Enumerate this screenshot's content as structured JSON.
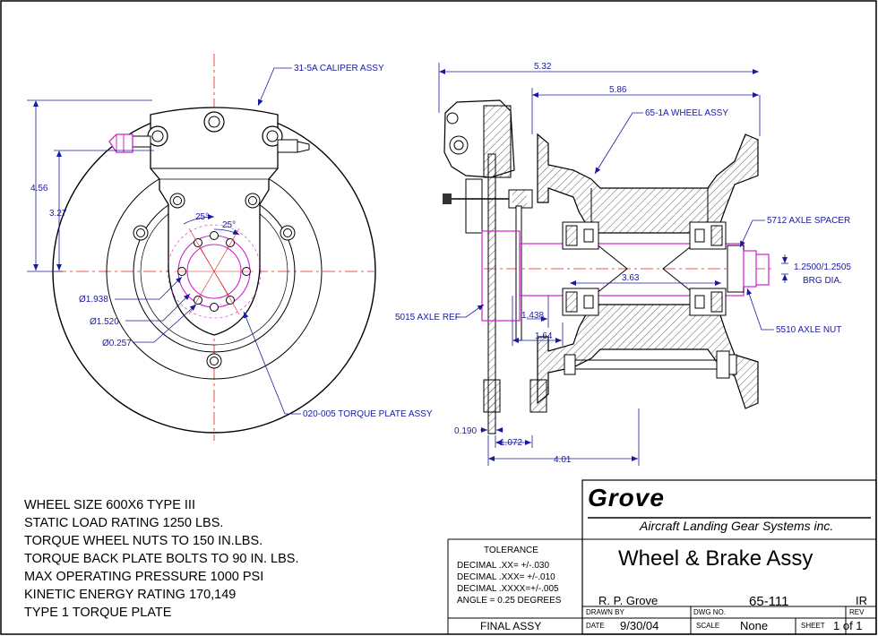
{
  "drawing": {
    "title": "Wheel & Brake  Assy",
    "company_name": "Grove",
    "company_subtitle": "Aircraft Landing Gear Systems inc.",
    "tolerance_label": "TOLERANCE",
    "tolerances": [
      "DECIMAL  .XX=  +/-.030",
      "DECIMAL .XXX= +/-.010",
      "DECIMAL .XXXX=+/-.005",
      "ANGLE = 0.25 DEGREES"
    ],
    "final_assy": "FINAL ASSY",
    "drawn_by_label": "DRAWN  BY",
    "drawn_by": "R. P. Grove",
    "dwg_no_label": "DWG  NO.",
    "dwg_no": "65-111",
    "rev_label": "REV",
    "rev": "IR",
    "date_label": "DATE",
    "date": "9/30/04",
    "scale_label": "SCALE",
    "scale": "None",
    "sheet_label": "SHEET",
    "sheet": "1 of 1"
  },
  "notes": [
    "WHEEL SIZE 600X6 TYPE III",
    "STATIC LOAD RATING 1250 LBS.",
    "TORQUE WHEEL NUTS TO 150 IN.LBS.",
    "TORQUE BACK PLATE BOLTS TO 90 IN. LBS.",
    "MAX OPERATING PRESSURE 1000 PSI",
    "KINETIC ENERGY RATING 170,149",
    "TYPE 1 TORQUE PLATE"
  ],
  "front_view": {
    "caliper_label": "31-5A CALIPER ASSY",
    "torque_plate_label": "020-005 TORQUE PLATE ASSY",
    "dim_overall_height": "4.56",
    "dim_caliper_height": "3.27",
    "angle_a": "25°",
    "angle_b": "25°",
    "dia_bolt_circle": "Ø1.938",
    "dia_bore": "Ø1.520",
    "dia_hole": "Ø0.257"
  },
  "side_view": {
    "dim_caliper_width": "5.32",
    "dim_overall_width": "5.86",
    "wheel_label": "65-1A WHEEL ASSY",
    "spacer_label": "5712 AXLE SPACER",
    "brg_dia": "1.2500/1.2505",
    "brg_dia_label": "BRG DIA.",
    "dim_bearing_span": "3.63",
    "dim_axle_ref": "1.438",
    "axle_ref_label": "5015 AXLE REF",
    "dim_164": "1.64",
    "nut_label": "5510 AXLE NUT",
    "dim_0190": "0.190",
    "dim_1072": "1.072",
    "dim_401": "4.01"
  }
}
